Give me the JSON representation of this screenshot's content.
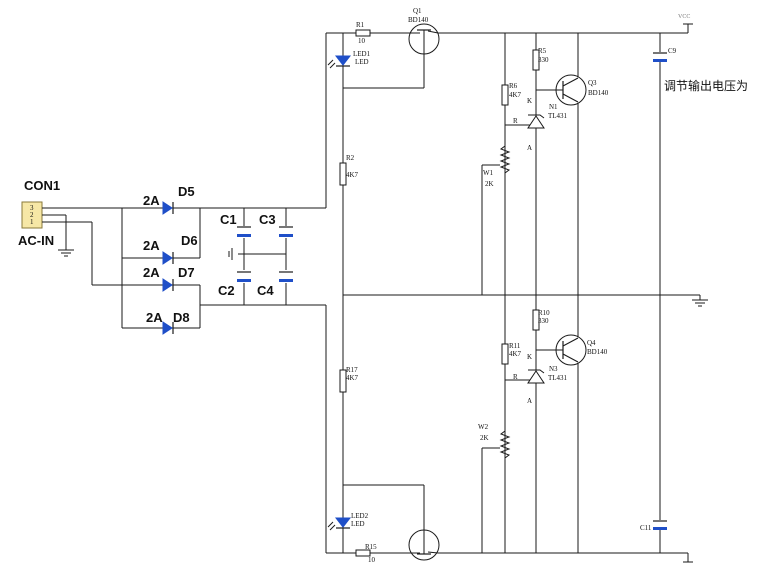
{
  "connector": {
    "name": "CON1",
    "label": "AC-IN",
    "pins": [
      "3",
      "2",
      "1"
    ]
  },
  "diodes": {
    "d5": {
      "ref": "D5",
      "value": "2A"
    },
    "d6": {
      "ref": "D6",
      "value": "2A"
    },
    "d7": {
      "ref": "D7",
      "value": "2A"
    },
    "d8": {
      "ref": "D8",
      "value": "2A"
    }
  },
  "capacitors": {
    "c1": "C1",
    "c2": "C2",
    "c3": "C3",
    "c4": "C4",
    "c9": "C9",
    "c11": "C11"
  },
  "resistors": {
    "r1": {
      "ref": "R1",
      "value": "10"
    },
    "r2": {
      "ref": "R2",
      "value": "4K7"
    },
    "r5": {
      "ref": "R5",
      "value": "330"
    },
    "r6": {
      "ref": "R6",
      "value": "4K7"
    },
    "r10": {
      "ref": "R10",
      "value": "330"
    },
    "r11": {
      "ref": "R11",
      "value": "4K7"
    },
    "r15": {
      "ref": "R15",
      "value": "10"
    },
    "r17": {
      "ref": "R17",
      "value": "4K7"
    }
  },
  "transistors": {
    "q1": {
      "ref": "Q1",
      "part": "BD140"
    },
    "q3": {
      "ref": "Q3",
      "part": "BD140"
    },
    "q4": {
      "ref": "Q4",
      "part": "BD140"
    }
  },
  "leds": {
    "led1": {
      "ref": "LED1",
      "type": "LED"
    },
    "led2": {
      "ref": "LED2",
      "type": "LED"
    }
  },
  "regulators": {
    "n1": {
      "ref": "N1",
      "part": "TL431",
      "pins": [
        "K",
        "R",
        "A"
      ]
    },
    "n3": {
      "ref": "N3",
      "part": "TL431",
      "pins": [
        "K",
        "R",
        "A"
      ]
    }
  },
  "potentiometers": {
    "w1": {
      "ref": "W1",
      "value": "2K"
    },
    "w2": {
      "ref": "W2",
      "value": "2K"
    }
  },
  "power": {
    "vcc": "VCC"
  },
  "annotation": "调节输出电压为"
}
